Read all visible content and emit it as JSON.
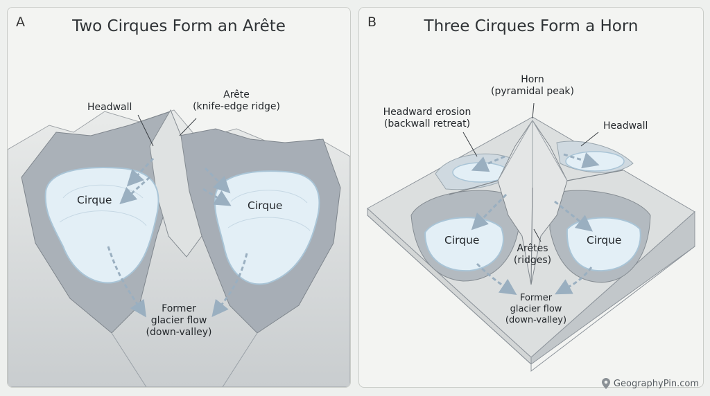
{
  "panel_a": {
    "letter": "A",
    "title": "Two Cirques Form an Arête",
    "labels": {
      "headwall": "Headwall",
      "arete_1": "Arête",
      "arete_2": "(knife-edge ridge)",
      "cirque_left": "Cirque",
      "cirque_right": "Cirque",
      "flow_1": "Former",
      "flow_2": "glacier flow",
      "flow_3": "(down-valley)"
    }
  },
  "panel_b": {
    "letter": "B",
    "title": "Three Cirques Form a Horn",
    "labels": {
      "horn_1": "Horn",
      "horn_2": "(pyramidal peak)",
      "erosion_1": "Headward erosion",
      "erosion_2": "(backwall retreat)",
      "headwall": "Headwall",
      "cirque_left": "Cirque",
      "cirque_right": "Cirque",
      "aretes_1": "Arêtes",
      "aretes_2": "(ridges)",
      "flow_1": "Former",
      "flow_2": "glacier flow",
      "flow_3": "(down-valley)"
    }
  },
  "footer": {
    "brand": "GeographyPin.com",
    "icon": "map-pin-icon"
  },
  "colors": {
    "ice": "#e3eff6",
    "ice_edge": "#a9c4d6",
    "rock_light": "#dadcdb",
    "rock_shadow": "#8d949b",
    "arrow": "#9aafc0"
  }
}
